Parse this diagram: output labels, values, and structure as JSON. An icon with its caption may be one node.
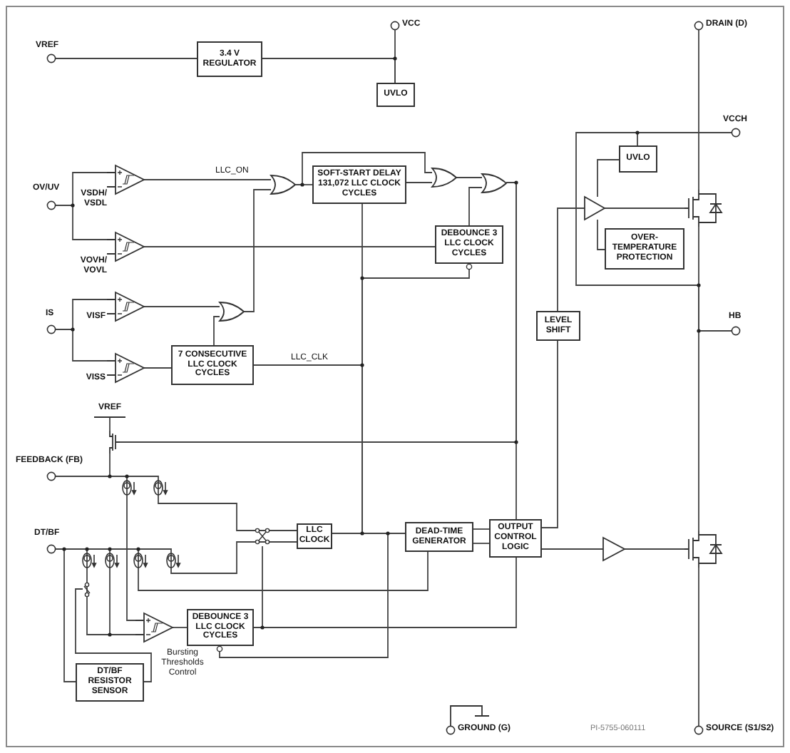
{
  "diagram": {
    "nodes": [
      {
        "text": [
          "VREF"
        ]
      },
      {
        "text": [
          "3.4 V REGULATOR"
        ]
      },
      {
        "text": [
          "VCC"
        ]
      },
      {
        "text": [
          "UVLO"
        ]
      },
      {
        "text": [
          "OV/UV"
        ]
      },
      {
        "text": [],
        "shape": "triangle"
      },
      {
        "text": [],
        "shape": "triangle"
      },
      {
        "text": [],
        "shape": "gate"
      },
      {
        "text": [
          "SOFT-START DELAY 131,072 LLC CLOCK CYCLES"
        ]
      },
      {
        "text": [],
        "shape": "gate"
      },
      {
        "text": [],
        "shape": "gate"
      },
      {
        "text": [
          "DEBOUNCE 3 LLC CLOCK CYCLES"
        ]
      },
      {
        "text": [
          "IS"
        ]
      },
      {
        "text": [],
        "shape": "triangle"
      },
      {
        "text": [],
        "shape": "triangle"
      },
      {
        "text": [],
        "shape": "gate"
      },
      {
        "text": [
          "7 CONSECUTIVE LLC CLOCK CYCLES"
        ]
      },
      {
        "text": [
          "VREF"
        ]
      },
      {
        "text": [
          "FEEDBACK (FB)"
        ]
      },
      {
        "text": [
          "DT/BF"
        ]
      },
      {
        "text": [
          "LLC CLOCK"
        ]
      },
      {
        "text": [
          "DEAD-TIME GENERATOR"
        ]
      },
      {
        "text": [
          "OUTPUT CONTROL LOGIC"
        ]
      },
      {
        "text": [
          "LEVEL SHIFT"
        ]
      },
      {
        "text": [],
        "shape": "triangle"
      },
      {
        "text": [
          "UVLO"
        ]
      },
      {
        "text": [
          "OVER-TEMPERATURE PROTECTION"
        ]
      },
      {
        "text": [],
        "shape": "transistor"
      },
      {
        "text": [
          "DRAIN (D)"
        ]
      },
      {
        "text": [
          "VCCH"
        ]
      },
      {
        "text": [
          "HB"
        ]
      },
      {
        "text": [],
        "shape": "triangle"
      },
      {
        "text": [],
        "shape": "transistor"
      },
      {
        "text": [
          "SOURCE (S1/S2)"
        ]
      },
      {
        "text": [
          "GROUND (G)"
        ]
      },
      {
        "text": [],
        "shape": "triangle"
      },
      {
        "text": [
          "DEBOUNCE 3 LLC CLOCK CYCLES"
        ]
      },
      {
        "text": [
          "DT/BF RESISTOR SENSOR"
        ]
      },
      {
        "text": [],
        "shape": "transistor"
      },
      {
        "text": [],
        "shape": "switch"
      },
      {
        "text": [],
        "shape": "switch"
      }
    ],
    "edges": [
      {
        "from": 0,
        "to": 1,
        "arrow": "none"
      },
      {
        "from": 1,
        "to": 3,
        "arrow": "none"
      },
      {
        "from": 2,
        "to": 3,
        "arrow": "none"
      },
      {
        "from": 4,
        "to": 5,
        "arrow": "none"
      },
      {
        "from": 4,
        "to": 6,
        "arrow": "none"
      },
      {
        "from": 5,
        "to": 7,
        "arrow": "none",
        "label": "LLC_ON"
      },
      {
        "from": 6,
        "to": 11,
        "arrow": "none"
      },
      {
        "from": 7,
        "to": 8,
        "arrow": "none"
      },
      {
        "from": 7,
        "to": 9,
        "arrow": "none"
      },
      {
        "from": 8,
        "to": 9,
        "arrow": "none"
      },
      {
        "from": 9,
        "to": 10,
        "arrow": "none"
      },
      {
        "from": 11,
        "to": 10,
        "arrow": "none"
      },
      {
        "from": 10,
        "to": 22,
        "arrow": "none"
      },
      {
        "from": 12,
        "to": 13,
        "arrow": "none"
      },
      {
        "from": 12,
        "to": 14,
        "arrow": "none"
      },
      {
        "from": 13,
        "to": 15,
        "arrow": "none"
      },
      {
        "from": 14,
        "to": 16,
        "arrow": "none"
      },
      {
        "from": 16,
        "to": 15,
        "arrow": "none"
      },
      {
        "from": 15,
        "to": 7,
        "arrow": "none"
      },
      {
        "from": 20,
        "to": 16,
        "arrow": "none",
        "label": "LLC_CLK"
      },
      {
        "from": 20,
        "to": 8,
        "arrow": "none"
      },
      {
        "from": 20,
        "to": 11,
        "arrow": "none"
      },
      {
        "from": 20,
        "to": 21,
        "arrow": "none"
      },
      {
        "from": 21,
        "to": 22,
        "arrow": "none"
      },
      {
        "from": 21,
        "to": 22,
        "arrow": "none"
      },
      {
        "from": 22,
        "to": 23,
        "arrow": "none"
      },
      {
        "from": 23,
        "to": 24,
        "arrow": "none"
      },
      {
        "from": 24,
        "to": 27,
        "arrow": "none"
      },
      {
        "from": 25,
        "to": 24,
        "arrow": "none"
      },
      {
        "from": 26,
        "to": 24,
        "arrow": "none"
      },
      {
        "from": 29,
        "to": 25,
        "arrow": "none"
      },
      {
        "from": 29,
        "to": 30,
        "arrow": "none"
      },
      {
        "from": 28,
        "to": 27,
        "arrow": "none"
      },
      {
        "from": 27,
        "to": 30,
        "arrow": "none"
      },
      {
        "from": 30,
        "to": 32,
        "arrow": "none"
      },
      {
        "from": 22,
        "to": 31,
        "arrow": "none"
      },
      {
        "from": 31,
        "to": 32,
        "arrow": "none"
      },
      {
        "from": 32,
        "to": 33,
        "arrow": "none"
      },
      {
        "from": 17,
        "to": 38,
        "arrow": "none"
      },
      {
        "from": 38,
        "to": 18,
        "arrow": "none"
      },
      {
        "from": 10,
        "to": 38,
        "arrow": "none"
      },
      {
        "from": 18,
        "to": 20,
        "arrow": "none"
      },
      {
        "from": 18,
        "to": 35,
        "arrow": "none"
      },
      {
        "from": 19,
        "to": 20,
        "arrow": "none"
      },
      {
        "from": 19,
        "to": 21,
        "arrow": "none"
      },
      {
        "from": 19,
        "to": 35,
        "arrow": "none"
      },
      {
        "from": 19,
        "to": 37,
        "arrow": "none"
      },
      {
        "from": 35,
        "to": 36,
        "arrow": "none"
      },
      {
        "from": 36,
        "to": 22,
        "arrow": "none"
      },
      {
        "from": 20,
        "to": 36,
        "arrow": "none"
      },
      {
        "from": 37,
        "to": 39,
        "arrow": "none"
      },
      {
        "from": 36,
        "to": 40,
        "arrow": "none"
      }
    ],
    "labels": [
      "VSDH/ VSDL",
      "VOVH/ VOVL",
      "VISF",
      "VISS",
      "Bursting Thresholds Control",
      "PI-5755-060111"
    ]
  }
}
